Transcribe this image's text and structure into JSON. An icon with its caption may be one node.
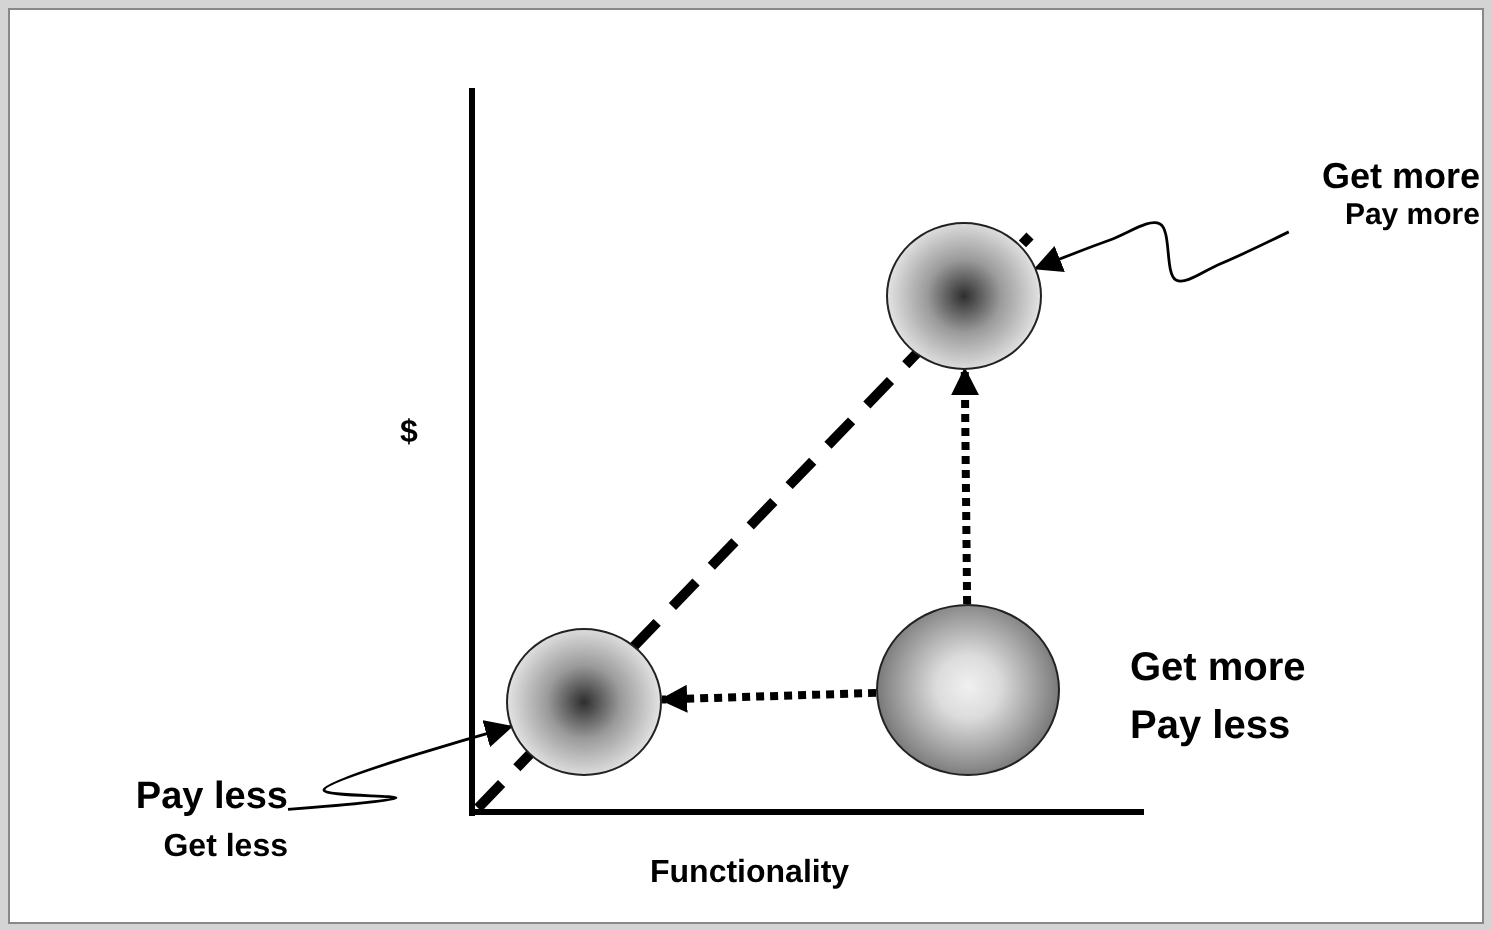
{
  "diagram": {
    "nodes": [
      {
        "text": [
          "Get more",
          "Pay more"
        ]
      },
      {
        "text": [],
        "shape": "circle"
      },
      {
        "text": [],
        "shape": "circle"
      },
      {
        "text": [],
        "shape": "circle"
      },
      {
        "text": [
          "Get more Pay less"
        ]
      },
      {
        "text": [
          "Pay less",
          "Get less"
        ]
      }
    ],
    "edges": [
      {
        "from": 0,
        "to": 1,
        "arrow": "to"
      },
      {
        "from": 3,
        "to": 1,
        "arrow": "to",
        "style": "dashed"
      },
      {
        "from": 3,
        "to": 2,
        "arrow": "to",
        "style": "dashed"
      },
      {
        "from": 5,
        "to": 2,
        "arrow": "to"
      }
    ],
    "labels": [
      "$",
      "Functionality"
    ]
  }
}
